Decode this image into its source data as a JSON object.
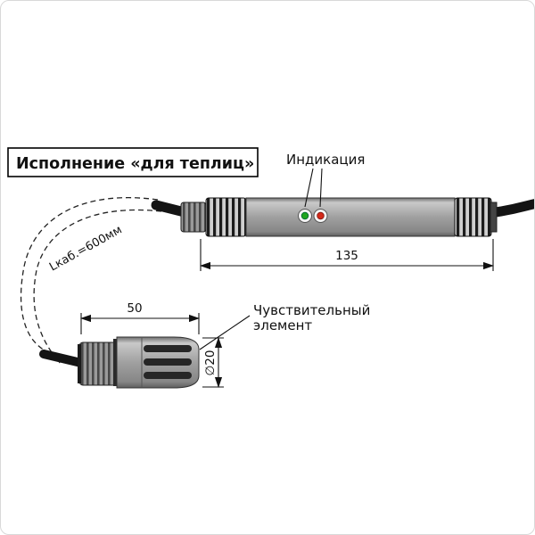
{
  "title_box": {
    "label": "Исполнение «для теплиц»"
  },
  "top_view": {
    "indication_label": "Индикация",
    "length_dim": "135",
    "cable_label": "Lкаб.=600мм",
    "leds": [
      {
        "name": "green-led",
        "color": "#1fa51f"
      },
      {
        "name": "red-led",
        "color": "#d42a1a"
      }
    ]
  },
  "probe_view": {
    "length_dim": "50",
    "diameter_dim": "∅20",
    "sensitive_label_line1": "Чувствительный",
    "sensitive_label_line2": "элемент"
  },
  "colors": {
    "body_gray": "#9e9e9e",
    "knurl_dark": "#1c1c1c",
    "cable_black": "#141414",
    "dim_line": "#111111"
  }
}
